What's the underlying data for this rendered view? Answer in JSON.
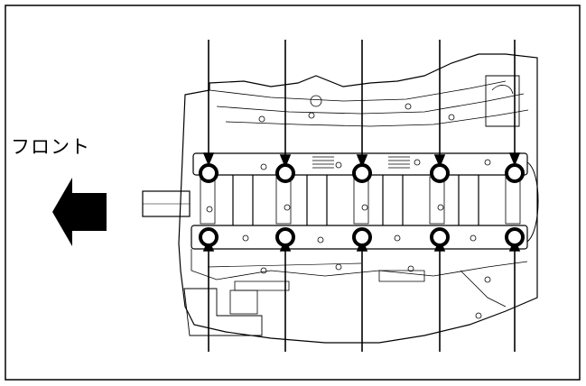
{
  "labels": {
    "front": "フロント"
  },
  "diagram": {
    "bolt_columns": 5,
    "bolt_rows": 2,
    "ink_color": "#000000",
    "paper_color": "#ffffff"
  }
}
